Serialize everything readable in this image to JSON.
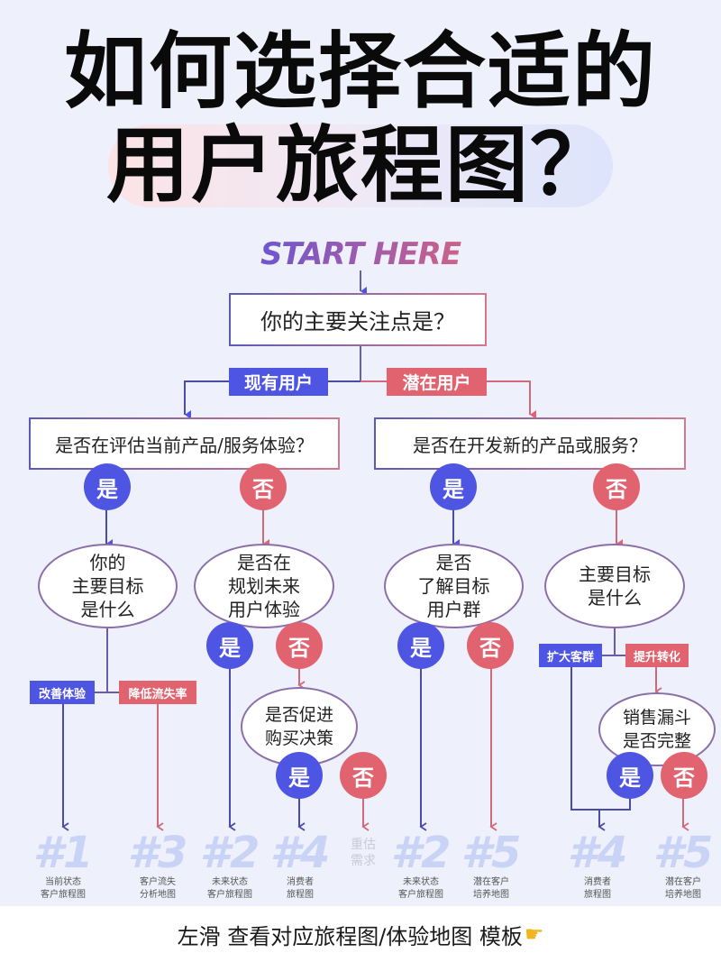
{
  "title": {
    "line1": "如何选择合适的",
    "line2": "用户旅程图？"
  },
  "start_label": "START HERE",
  "colors": {
    "blue": "#4f55e3",
    "red": "#e0636f",
    "background": "#eef0fb",
    "number_faded": "#c9d3f6"
  },
  "root_question": "你的主要关注点是？",
  "branches": {
    "existing": {
      "tag": "现有用户",
      "question": "是否在评估当前产品/服务体验？",
      "yes": "是",
      "no": "否",
      "yes_node": {
        "question": "你的\n主要目标\n是什么",
        "options": [
          {
            "label": "改善体验",
            "result_num": "#1",
            "result_caption": "当前状态\n客户旅程图"
          },
          {
            "label": "降低流失率",
            "result_num": "#3",
            "result_caption": "客户流失\n分析地图"
          }
        ]
      },
      "no_node": {
        "question": "是否在\n规划未来\n用户体验",
        "yes": "是",
        "no": "否",
        "yes_result": {
          "num": "#2",
          "caption": "未来状态\n客户旅程图"
        },
        "no_node": {
          "question": "是否促进\n购买决策",
          "yes": "是",
          "no": "否",
          "yes_result": {
            "num": "#4",
            "caption": "消费者\n旅程图"
          },
          "no_result": {
            "text": "重估\n需求"
          }
        }
      }
    },
    "potential": {
      "tag": "潜在用户",
      "question": "是否在开发新的产品或服务？",
      "yes": "是",
      "no": "否",
      "yes_node": {
        "question": "是否\n了解目标\n用户群",
        "yes": "是",
        "no": "否",
        "yes_result": {
          "num": "#2",
          "caption": "未来状态\n客户旅程图"
        },
        "no_result": {
          "num": "#5",
          "caption": "潜在客户\n培养地图"
        }
      },
      "no_node": {
        "question": "主要目标\n是什么",
        "options": [
          {
            "label": "扩大客群"
          },
          {
            "label": "提升转化"
          }
        ],
        "funnel_node": {
          "question": "销售漏斗\n是否完整",
          "yes": "是",
          "no": "否"
        },
        "merged_result": {
          "num": "#4",
          "caption": "消费者\n旅程图"
        },
        "no_result": {
          "num": "#5",
          "caption": "潜在客户\n培养地图"
        }
      }
    }
  },
  "footer": {
    "text": "左滑  查看对应旅程图/体验地图  模板",
    "icon": "pointing-hand-icon"
  }
}
